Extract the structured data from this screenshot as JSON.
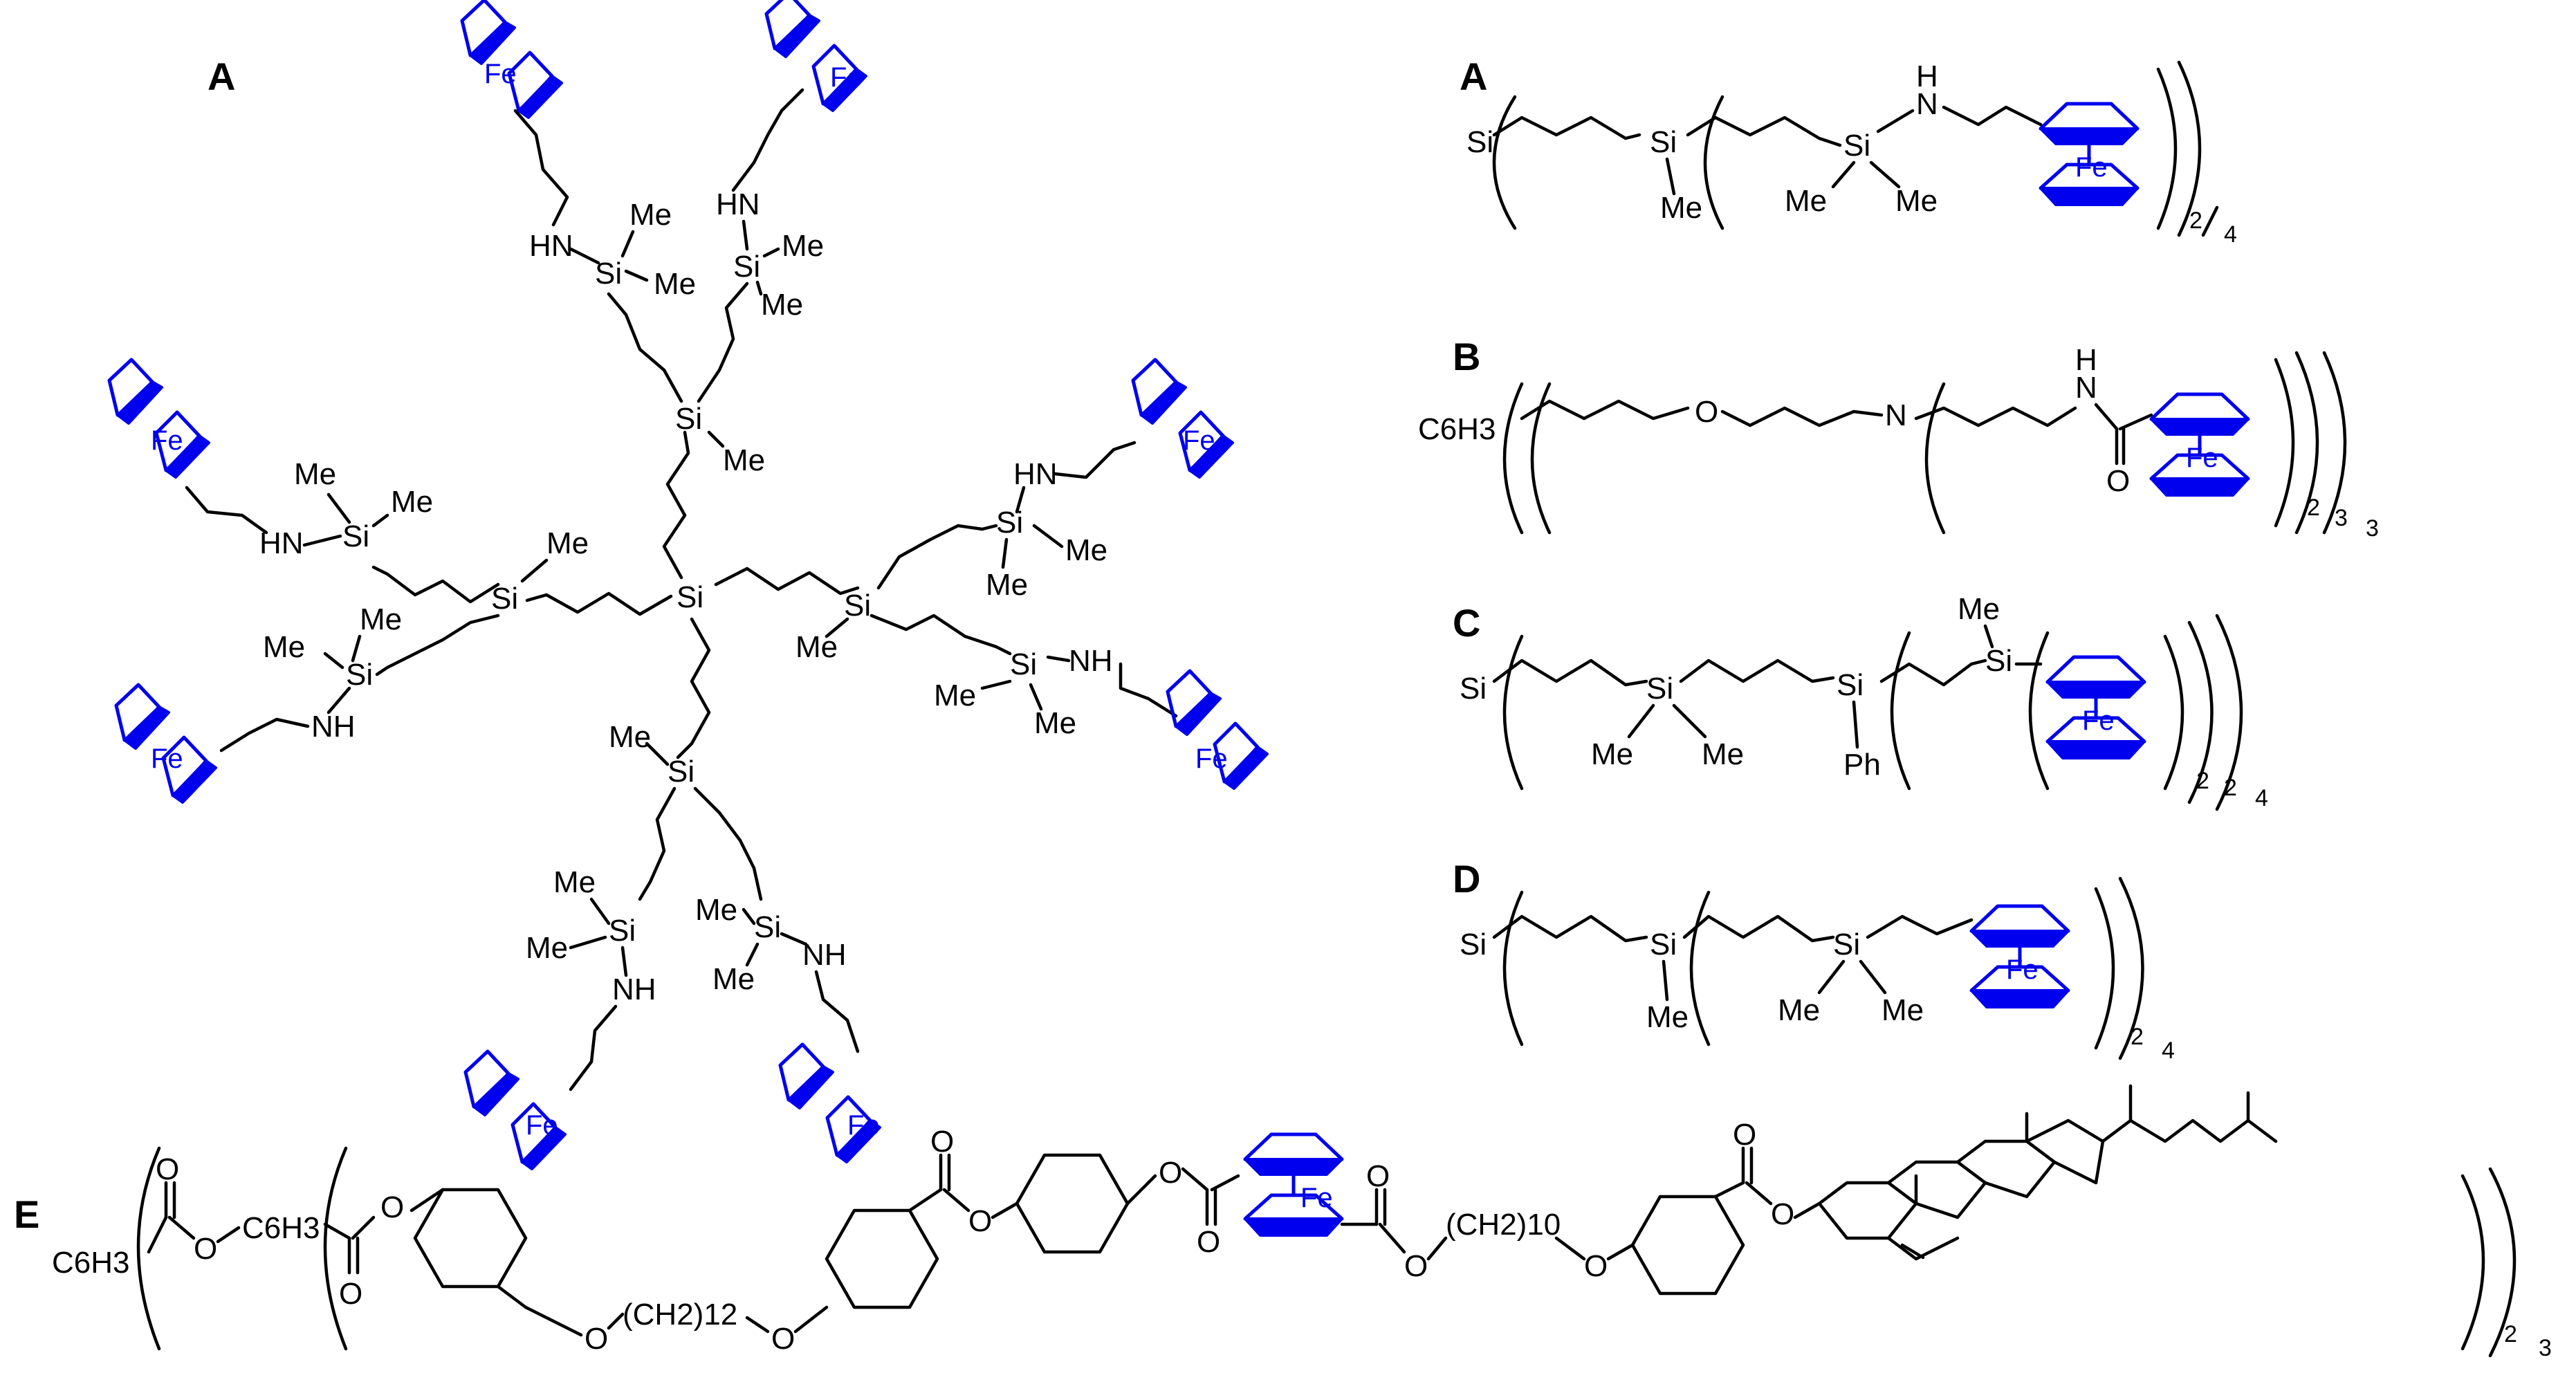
{
  "panels": {
    "left_label": "A",
    "a_label": "A",
    "b_label": "B",
    "c_label": "C",
    "d_label": "D",
    "e_label": "E"
  },
  "atoms": {
    "fe": "Fe",
    "si": "Si",
    "me": "Me",
    "nh": "NH",
    "hn": "HN",
    "h": "H",
    "n": "N",
    "o": "O",
    "ph": "Ph",
    "c6h3": "C6H3"
  },
  "subscripts": {
    "s2": "2",
    "s3": "3",
    "s4": "4",
    "s10": "10",
    "s12": "12"
  },
  "e_groups": {
    "ch2_12": "(CH2)12",
    "ch2_10": "(CH2)10"
  },
  "colors": {
    "bonds": "#000000",
    "ferrocene": "#0000ee",
    "background": "#ffffff"
  }
}
